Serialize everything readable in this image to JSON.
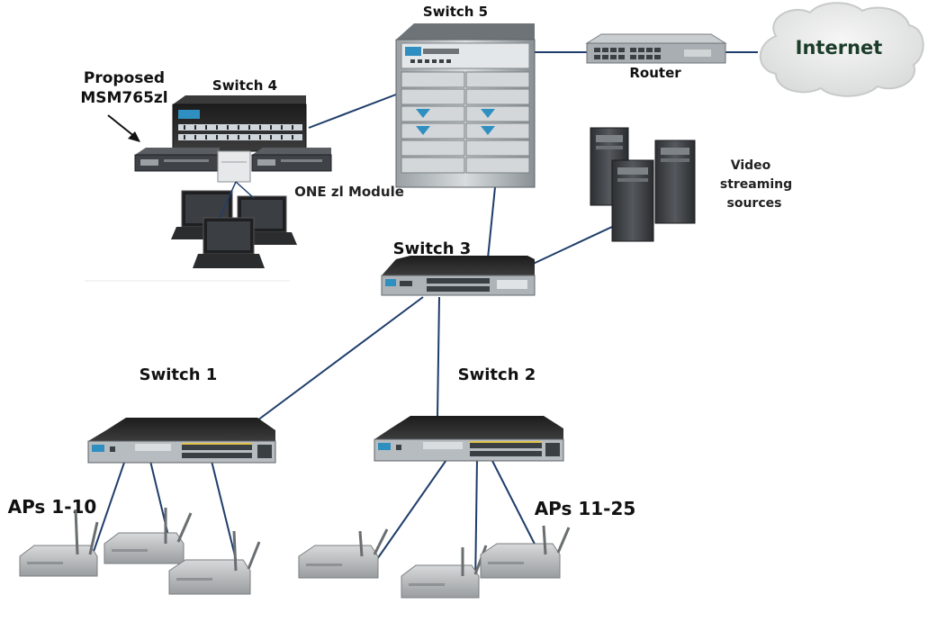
{
  "labels": {
    "switch5": "Switch 5",
    "switch4": "Switch 4",
    "switch3": "Switch 3",
    "switch2": "Switch 2",
    "switch1": "Switch 1",
    "router": "Router",
    "internet": "Internet",
    "proposed_line1": "Proposed",
    "proposed_line2": "MSM765zl",
    "one_zl_module": "ONE zl Module",
    "video_line1": "Video",
    "video_line2": "streaming",
    "video_line3": "sources",
    "aps_group1": "APs 1-10",
    "aps_group2": "APs 11-25"
  },
  "colors": {
    "link": "#1f3d6b",
    "device_dark": "#2b2b2b",
    "device_mid": "#4a4a4a",
    "port": "#cfd6dc",
    "accent": "#2f8fc0",
    "ap_body": "#bfc2c3",
    "ap_shade": "#8e9294",
    "cloud": "#e9eaea"
  }
}
